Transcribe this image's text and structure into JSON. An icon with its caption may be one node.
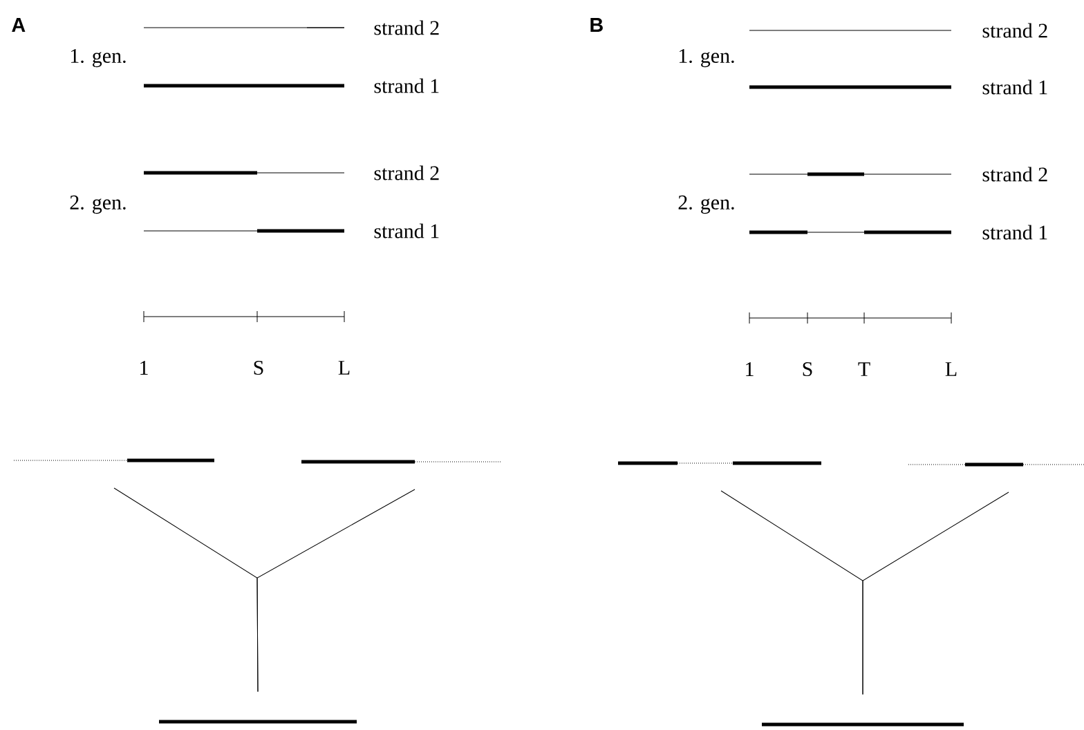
{
  "diagram": {
    "nodes": [
      {
        "text": [],
        "shape": "bar"
      },
      {
        "text": [],
        "shape": "bar"
      },
      {
        "text": [],
        "shape": "bar"
      },
      {
        "text": [],
        "shape": "bar"
      },
      {
        "text": [],
        "shape": "bar"
      },
      {
        "text": [],
        "shape": "bar"
      }
    ],
    "edges": [
      {
        "from": 0,
        "to": 2,
        "arrow": "none"
      },
      {
        "from": 1,
        "to": 2,
        "arrow": "none"
      },
      {
        "from": 3,
        "to": 5,
        "arrow": "none"
      },
      {
        "from": 4,
        "to": 5,
        "arrow": "none"
      }
    ],
    "labels": [
      "A",
      "strand 2",
      "1. gen.",
      "strand 1",
      "strand 2",
      "2. gen.",
      "strand 1",
      "1",
      "S",
      "L",
      "B",
      "strand 2",
      "1. gen.",
      "strand 1",
      "strand 2",
      "2. gen.",
      "strand 1",
      "1",
      "S",
      "T",
      "L"
    ]
  }
}
